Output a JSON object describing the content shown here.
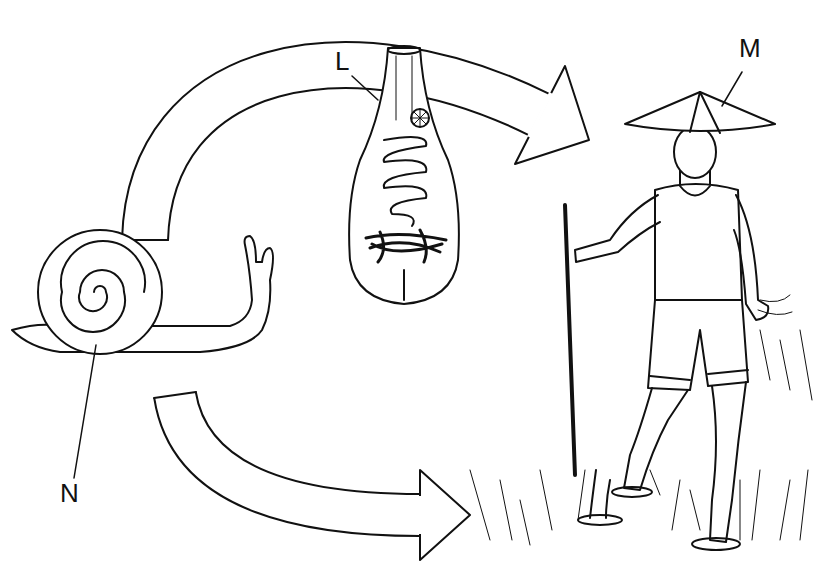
{
  "diagram": {
    "labels": [
      "L",
      "M",
      "N"
    ]
  }
}
